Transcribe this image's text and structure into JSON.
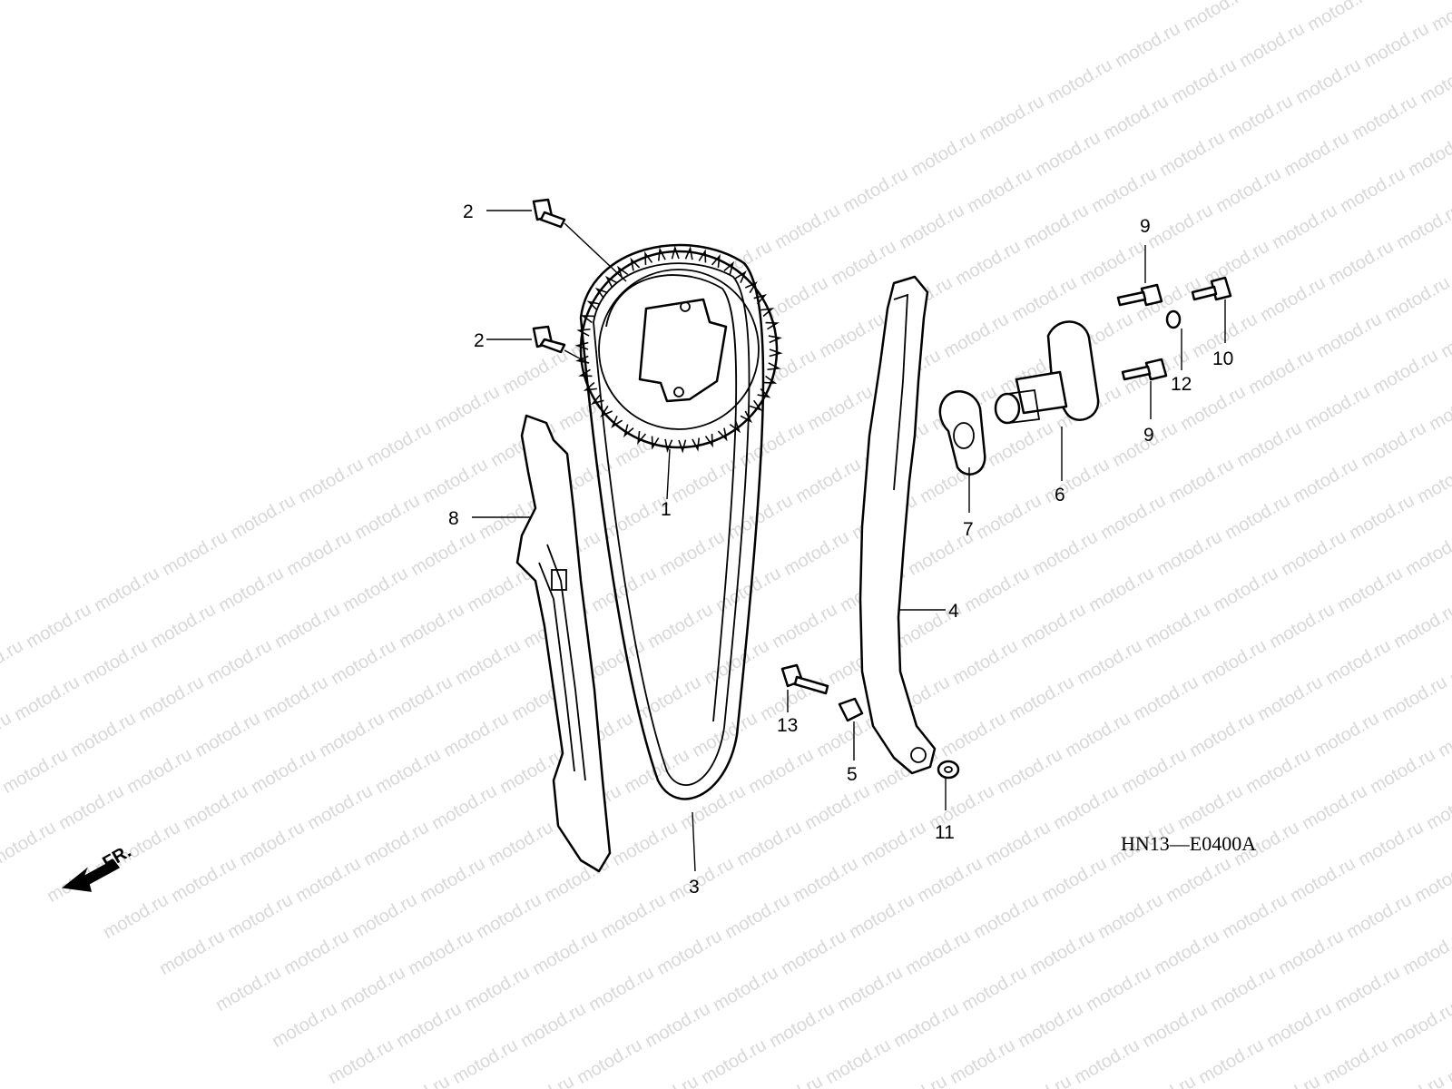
{
  "watermark": {
    "text": "motod.ru"
  },
  "diagram_code": "HN13—E0400A",
  "direction_indicator": {
    "label": "FR.",
    "icon": "front-arrow-icon"
  },
  "callouts": [
    {
      "id": "c2a",
      "number": "2",
      "part": "bolt"
    },
    {
      "id": "c2b",
      "number": "2",
      "part": "bolt"
    },
    {
      "id": "c1",
      "number": "1",
      "part": "cam-sprocket"
    },
    {
      "id": "c8",
      "number": "8",
      "part": "front-chain-guide"
    },
    {
      "id": "c3",
      "number": "3",
      "part": "cam-chain"
    },
    {
      "id": "c4",
      "number": "4",
      "part": "tensioner-slipper"
    },
    {
      "id": "c13",
      "number": "13",
      "part": "pivot-bolt"
    },
    {
      "id": "c5",
      "number": "5",
      "part": "collar"
    },
    {
      "id": "c11",
      "number": "11",
      "part": "washer"
    },
    {
      "id": "c7",
      "number": "7",
      "part": "gasket"
    },
    {
      "id": "c6",
      "number": "6",
      "part": "tensioner-lifter"
    },
    {
      "id": "c9a",
      "number": "9",
      "part": "flange-bolt"
    },
    {
      "id": "c9b",
      "number": "9",
      "part": "flange-bolt"
    },
    {
      "id": "c12",
      "number": "12",
      "part": "sealing-washer"
    },
    {
      "id": "c10",
      "number": "10",
      "part": "sealing-bolt"
    }
  ]
}
